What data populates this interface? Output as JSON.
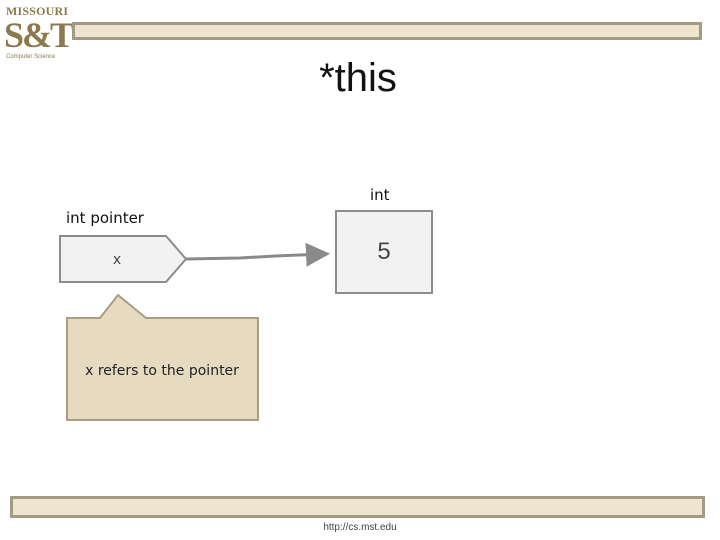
{
  "logo": {
    "line1": "MISSOURI",
    "line2": "S&T",
    "line3": "Computer Science"
  },
  "title": "*this",
  "int_box": {
    "type_label": "int",
    "value": "5"
  },
  "pointer_box": {
    "type_label": "int pointer",
    "name": "x"
  },
  "callout": {
    "text": "x refers to the pointer"
  },
  "footer": {
    "url": "http://cs.mst.edu"
  },
  "colors": {
    "bar_fill": "#efe4cd",
    "bar_border": "#a39a84",
    "callout_fill": "#e6dac0",
    "callout_border": "#a99e84",
    "box_fill": "#f2f2f2",
    "box_border": "#8c8c8c",
    "logo": "#8a7a4e"
  }
}
